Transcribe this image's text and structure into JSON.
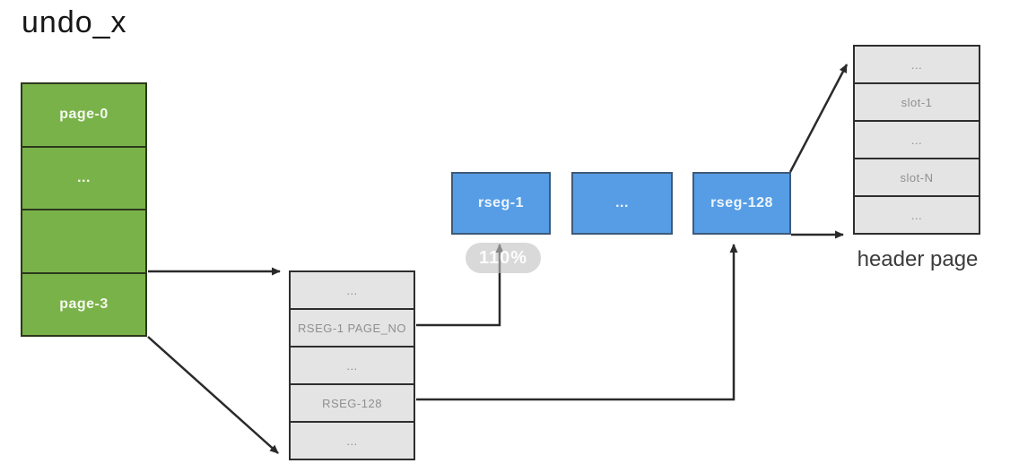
{
  "title": "undo_x",
  "colors": {
    "green_fill": "#7ab24a",
    "blue_fill": "#569de6",
    "gray_fill": "#e4e4e4",
    "border_dark": "#2e2e2e",
    "arrow": "#2a2a2a"
  },
  "undo_tablespace": {
    "rows": [
      "page-0",
      "...",
      "",
      "page-3"
    ]
  },
  "rseg_array_page": {
    "rows": [
      "...",
      "RSEG-1 PAGE_NO",
      "...",
      "RSEG-128",
      "..."
    ]
  },
  "rsegs": [
    {
      "label": "rseg-1"
    },
    {
      "label": "..."
    },
    {
      "label": "rseg-128"
    }
  ],
  "header_page": {
    "rows": [
      "...",
      "slot-1",
      "...",
      "slot-N",
      "..."
    ],
    "caption": "header page"
  },
  "zoom_indicator": "110%"
}
